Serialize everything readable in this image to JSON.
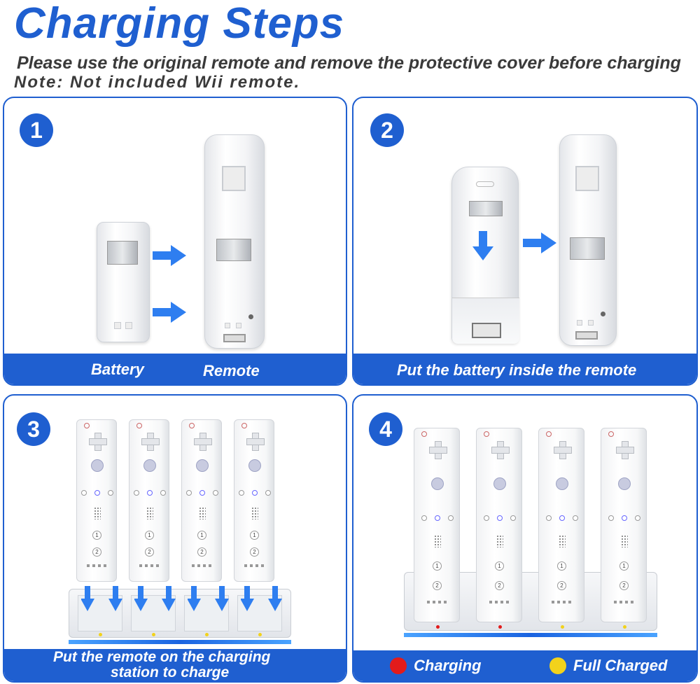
{
  "header": {
    "title": "Charging Steps",
    "line1": "Please use the original remote and remove the protective cover before charging",
    "line2": "Note: Not included Wii remote."
  },
  "steps": [
    {
      "number": "1",
      "labels": [
        "Battery",
        "Remote"
      ]
    },
    {
      "number": "2",
      "caption": "Put the battery inside the remote"
    },
    {
      "number": "3",
      "caption_line1": "Put the remote on the charging",
      "caption_line2": "station to charge"
    },
    {
      "number": "4",
      "legend": [
        {
          "label": "Charging",
          "color": "#e21b1b"
        },
        {
          "label": "Full Charged",
          "color": "#f2d21b"
        }
      ]
    }
  ],
  "icons": {
    "arrow": "blue-arrow-icon",
    "down_arrow": "blue-down-arrow-icon"
  },
  "colors": {
    "accent": "#1f5fd0",
    "arrow": "#2e7ef0",
    "charging": "#e21b1b",
    "full": "#f2d21b"
  }
}
